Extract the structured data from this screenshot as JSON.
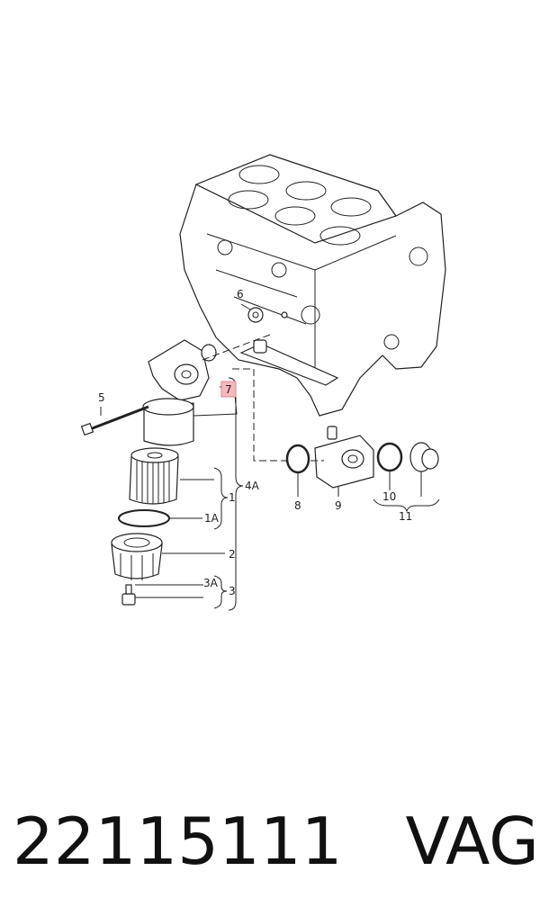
{
  "callouts": {
    "c1": "1",
    "c1a": "1A",
    "c2": "2",
    "c3": "3",
    "c3a": "3A",
    "c4a": "4A",
    "c5": "5",
    "c6": "6",
    "c7": "7",
    "c8": "8",
    "c9": "9",
    "c10": "10",
    "c11": "11"
  },
  "highlight_color": "#f4b8bd",
  "footer": {
    "part_number": "22115111",
    "brand": "VAG"
  }
}
